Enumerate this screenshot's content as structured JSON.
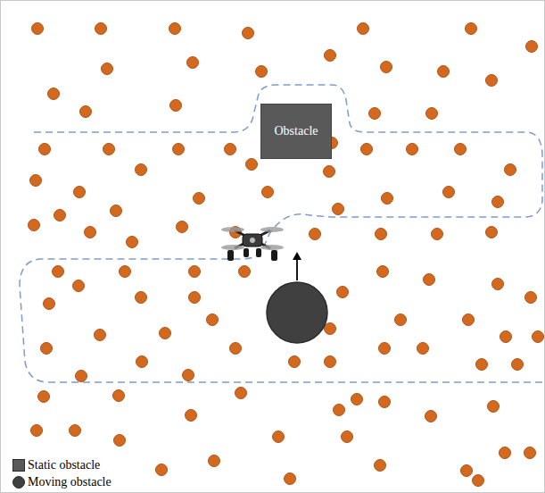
{
  "diagram": {
    "nodes": [
      {
        "text": [
          "Obstacle"
        ]
      }
    ],
    "edges": [],
    "legend": [
      {
        "text": "Static obstacle",
        "color": "#595959"
      },
      {
        "text": "Moving obstacle",
        "color": "#404040"
      }
    ]
  }
}
